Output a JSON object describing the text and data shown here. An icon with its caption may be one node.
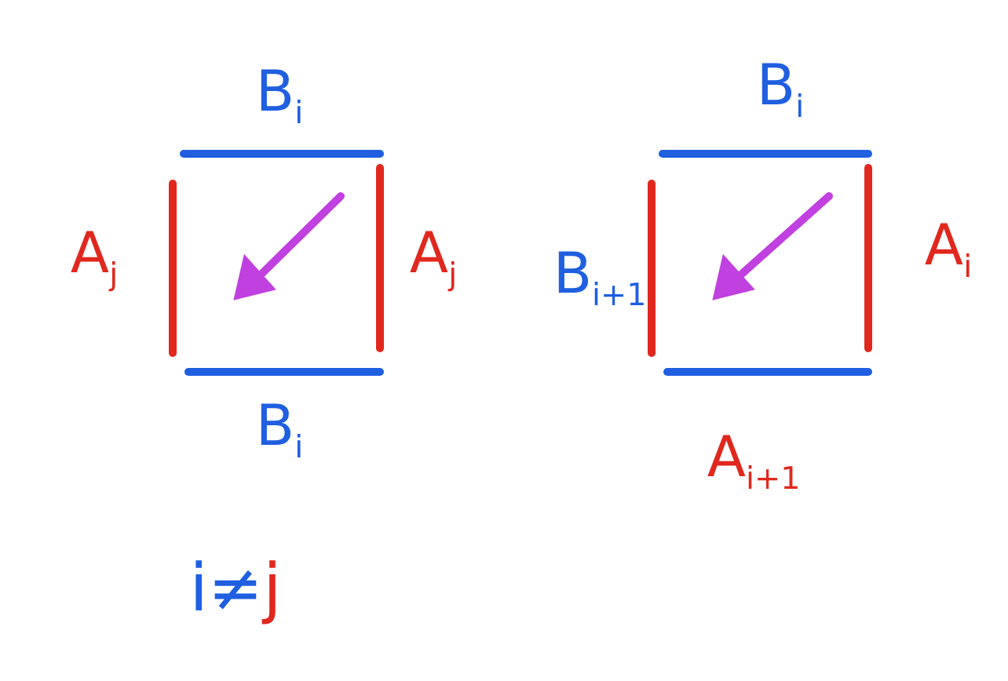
{
  "diagram": {
    "nodes": [
      {
        "text": [],
        "shape": "box",
        "beside": [
          "B$_{i}$",
          "A$_{j}$",
          "A$_{j}$",
          "B$_{i}$"
        ]
      },
      {
        "text": [],
        "shape": "box",
        "beside": [
          "B$_{i}$",
          "B$_{i+1}$",
          "A$_{i}$",
          "A$_{i+1}$"
        ]
      }
    ],
    "labels": [
      "i≠j"
    ]
  }
}
